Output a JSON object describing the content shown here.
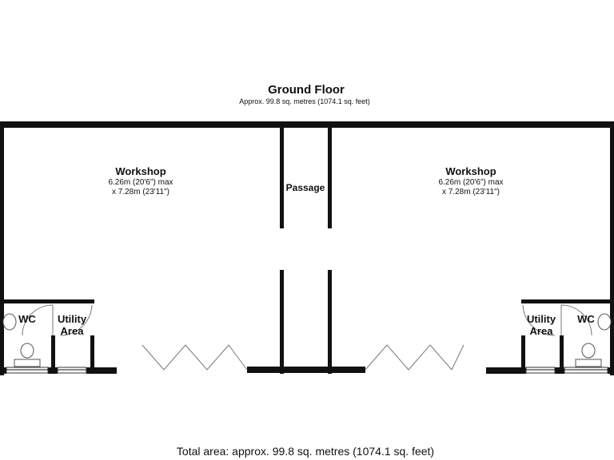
{
  "floor": {
    "title": "Ground Floor",
    "area": "Approx. 99.8 sq. metres (1074.1 sq. feet)"
  },
  "rooms": {
    "workshop_left": {
      "name": "Workshop",
      "dim1": "6.26m (20'6\") max",
      "dim2": "x 7.28m (23'11\")"
    },
    "passage": {
      "name": "Passage"
    },
    "workshop_right": {
      "name": "Workshop",
      "dim1": "6.26m (20'6\") max",
      "dim2": "x 7.28m (23'11\")"
    },
    "wc_left": {
      "name": "WC"
    },
    "utility_left": {
      "line1": "Utility",
      "line2": "Area"
    },
    "wc_right": {
      "name": "WC"
    },
    "utility_right": {
      "line1": "Utility",
      "line2": "Area"
    }
  },
  "footer": {
    "total": "Total area: approx. 99.8 sq. metres (1074.1 sq. feet)"
  }
}
